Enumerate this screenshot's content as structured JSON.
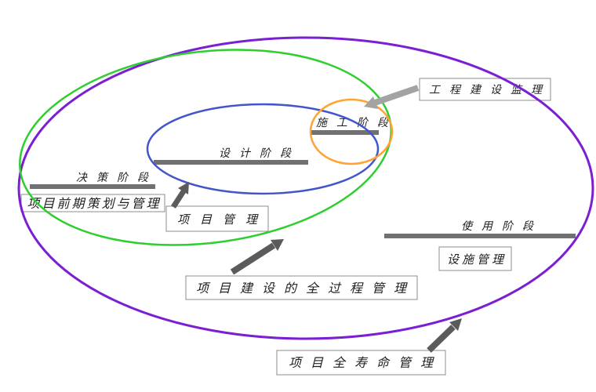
{
  "diagram": {
    "colors": {
      "background": "#ffffff",
      "bar": "#717171",
      "text": "#1f1f1f",
      "box_border": "#8c8c8c",
      "arrow_dark": "#5b5b5b",
      "arrow_light": "#a3a3a3"
    },
    "ellipses": [
      {
        "name": "project-whole-life-ellipse",
        "color": "#7b1fd2"
      },
      {
        "name": "construction-whole-process-ellipse",
        "color": "#2dce2d"
      },
      {
        "name": "project-management-ellipse",
        "color": "#4355cb"
      },
      {
        "name": "construction-supervision-circle",
        "color": "#ffa333"
      }
    ],
    "phases": [
      {
        "label": "决策阶段"
      },
      {
        "label": "设计阶段"
      },
      {
        "label": "施工阶段"
      },
      {
        "label": "使用阶段"
      }
    ],
    "boxes": [
      {
        "label": "项目前期策划与管理"
      },
      {
        "label": "项目管理"
      },
      {
        "label": "工程建设监理"
      },
      {
        "label": "设施管理"
      },
      {
        "label": "项目建设的全过程管理"
      },
      {
        "label": "项目全寿命管理"
      }
    ]
  }
}
